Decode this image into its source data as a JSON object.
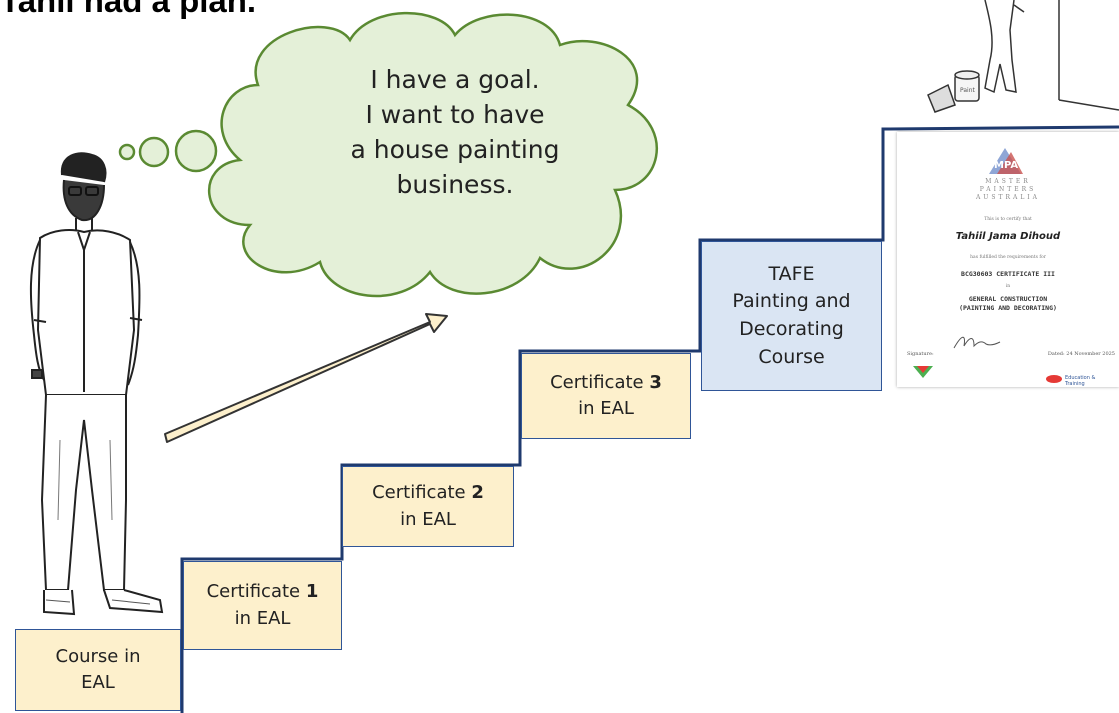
{
  "title": "Tahil had a plan.",
  "thought": {
    "lines": [
      "I have a goal.",
      "I want to have",
      "a house painting",
      "business."
    ]
  },
  "steps": [
    {
      "line1": "Course in",
      "line2": "EAL",
      "bold": ""
    },
    {
      "line1": "Certificate ",
      "bold": "1",
      "line2": "in EAL"
    },
    {
      "line1": "Certificate ",
      "bold": "2",
      "line2": "in EAL"
    },
    {
      "line1": "Certificate ",
      "bold": "3",
      "line2": "in EAL"
    }
  ],
  "tafe": {
    "lines": [
      "TAFE",
      "Painting and",
      "Decorating",
      "Course"
    ]
  },
  "certificate": {
    "logo_text": "MPA",
    "org_lines": [
      "MASTER",
      "PAINTERS",
      "AUSTRALIA"
    ],
    "intro": "This is to certify that",
    "name": "Tahiil Jama Dihoud",
    "fulfilled": "has fulfilled the requirements for",
    "qualification": "BCG30603 CERTIFICATE III",
    "in_word": "in",
    "field_line1": "GENERAL CONSTRUCTION",
    "field_line2": "(PAINTING AND DECORATING)",
    "signature_label": "Signature:",
    "date_label": "Dated:  24 November 2025",
    "partner_label": "Education & Training"
  },
  "colors": {
    "eal_box": "#fdf0cc",
    "tafe_box": "#dae5f3",
    "stair_line": "#1f3a6e",
    "cloud_fill": "#e4f0d8",
    "cloud_stroke": "#5a8a32"
  }
}
